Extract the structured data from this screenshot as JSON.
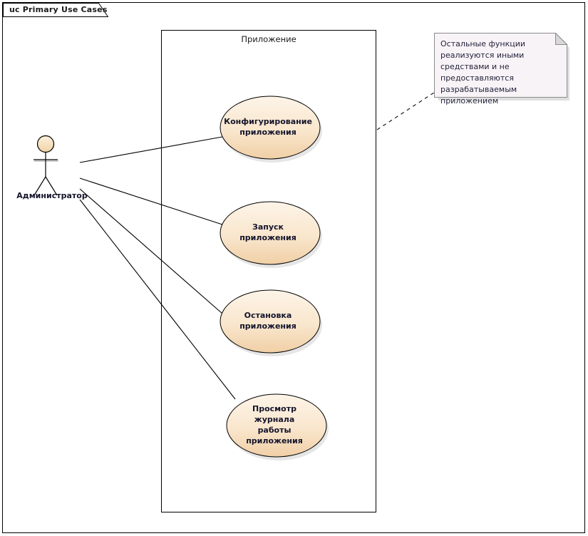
{
  "diagram": {
    "title_prefix": "uc",
    "title": "uc Primary Use Cases",
    "kind_label": "uc",
    "name_label": "Primary Use Cases"
  },
  "boundary": {
    "label": "Приложение"
  },
  "actor": {
    "name": "Администратор",
    "icon": "stick-figure-actor"
  },
  "use_cases": [
    {
      "id": "uc-configure",
      "label": "Конфигурирование\nприложения"
    },
    {
      "id": "uc-start",
      "label": "Запуск приложения"
    },
    {
      "id": "uc-stop",
      "label": "Остановка\nприложения"
    },
    {
      "id": "uc-view-log",
      "label": "Просмотр журнала\nработы приложения"
    }
  ],
  "note": {
    "text": "Остальные функции реализуются иными средствами и не предоставляются разрабатываемым приложением"
  },
  "associations": [
    {
      "from": "Администратор",
      "to": "Конфигурирование приложения"
    },
    {
      "from": "Администратор",
      "to": "Запуск приложения"
    },
    {
      "from": "Администратор",
      "to": "Остановка приложения"
    },
    {
      "from": "Администратор",
      "to": "Просмотр журнала работы приложения"
    }
  ],
  "colors": {
    "usecase_fill_top": "#fbf0e0",
    "usecase_fill_bottom": "#f3d7b3",
    "usecase_stroke": "#000000",
    "actor_fill": "#f7dfb9",
    "note_fill": "#f8f3f7",
    "note_stroke": "#8a8a8a",
    "frame_stroke": "#000000",
    "text": "#14142b"
  }
}
